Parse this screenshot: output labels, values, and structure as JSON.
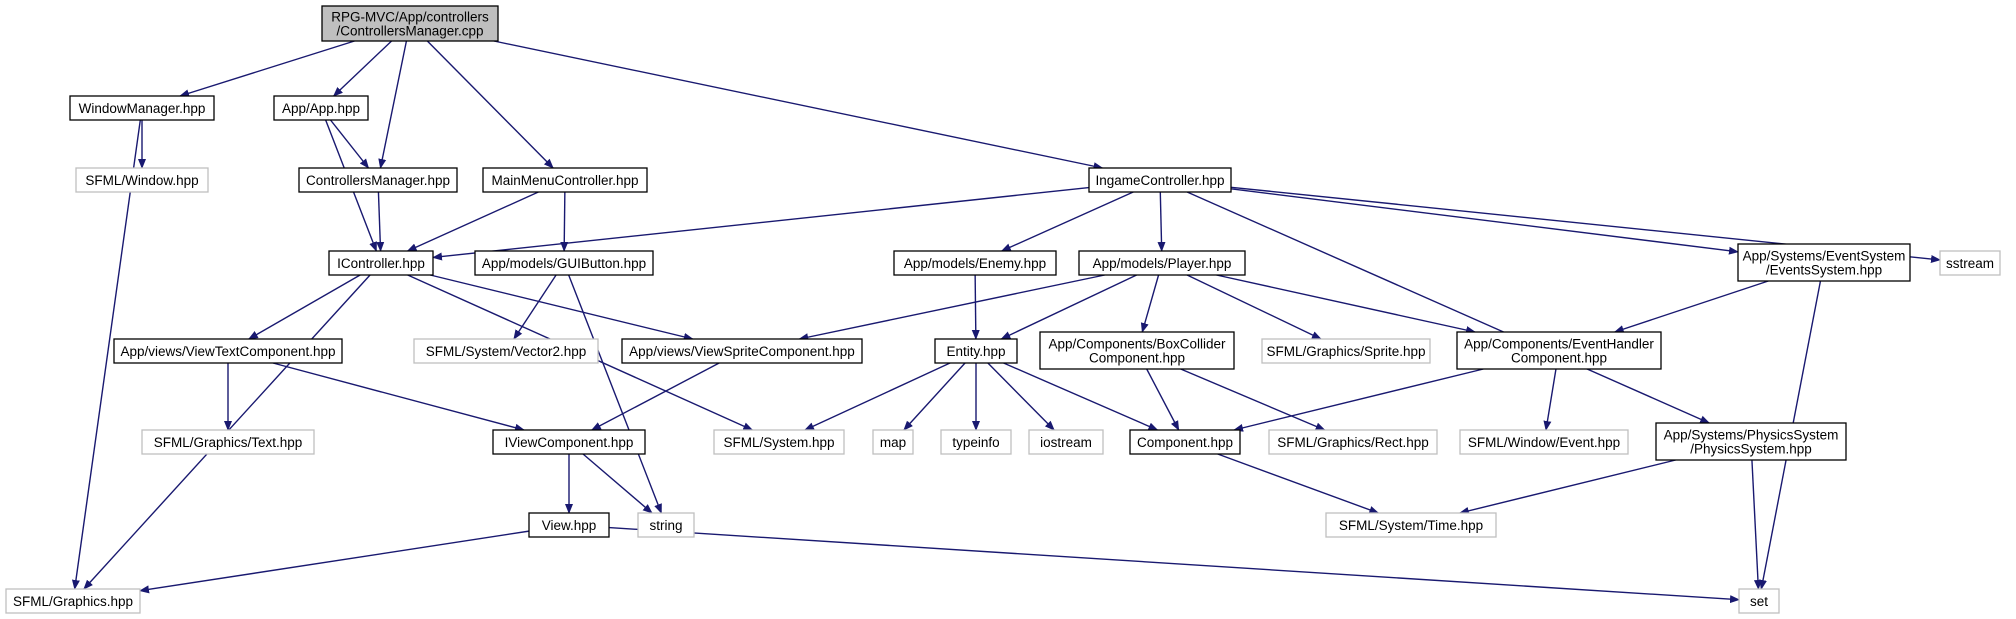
{
  "colors": {
    "edge": "#191970",
    "main_fill": "#bfbfbf",
    "local_border": "#000000",
    "external_border": "#bfbfbf"
  },
  "nodes": [
    {
      "id": "root",
      "lines": [
        "RPG-MVC/App/controllers",
        "/ControllersManager.cpp"
      ],
      "kind": "main"
    },
    {
      "id": "windowmgr",
      "lines": [
        "WindowManager.hpp"
      ],
      "kind": "local"
    },
    {
      "id": "apphpp",
      "lines": [
        "App/App.hpp"
      ],
      "kind": "local"
    },
    {
      "id": "sfwindow",
      "lines": [
        "SFML/Window.hpp"
      ],
      "kind": "external"
    },
    {
      "id": "ctrlmgr",
      "lines": [
        "ControllersManager.hpp"
      ],
      "kind": "local"
    },
    {
      "id": "mainmenu",
      "lines": [
        "MainMenuController.hpp"
      ],
      "kind": "local"
    },
    {
      "id": "ingame",
      "lines": [
        "IngameController.hpp"
      ],
      "kind": "local"
    },
    {
      "id": "icontroller",
      "lines": [
        "IController.hpp"
      ],
      "kind": "local"
    },
    {
      "id": "guibutton",
      "lines": [
        "App/models/GUIButton.hpp"
      ],
      "kind": "local"
    },
    {
      "id": "enemy",
      "lines": [
        "App/models/Enemy.hpp"
      ],
      "kind": "local"
    },
    {
      "id": "player",
      "lines": [
        "App/models/Player.hpp"
      ],
      "kind": "local"
    },
    {
      "id": "eventsys",
      "lines": [
        "App/Systems/EventSystem",
        "/EventsSystem.hpp"
      ],
      "kind": "local"
    },
    {
      "id": "sstream",
      "lines": [
        "sstream"
      ],
      "kind": "external"
    },
    {
      "id": "viewtext",
      "lines": [
        "App/views/ViewTextComponent.hpp"
      ],
      "kind": "local"
    },
    {
      "id": "sfvector2",
      "lines": [
        "SFML/System/Vector2.hpp"
      ],
      "kind": "external"
    },
    {
      "id": "viewsprite",
      "lines": [
        "App/views/ViewSpriteComponent.hpp"
      ],
      "kind": "local"
    },
    {
      "id": "entity",
      "lines": [
        "Entity.hpp"
      ],
      "kind": "local"
    },
    {
      "id": "boxcollider",
      "lines": [
        "App/Components/BoxCollider",
        "Component.hpp"
      ],
      "kind": "local"
    },
    {
      "id": "sfsprite",
      "lines": [
        "SFML/Graphics/Sprite.hpp"
      ],
      "kind": "external"
    },
    {
      "id": "eventhandler",
      "lines": [
        "App/Components/EventHandler",
        "Component.hpp"
      ],
      "kind": "local"
    },
    {
      "id": "sftext",
      "lines": [
        "SFML/Graphics/Text.hpp"
      ],
      "kind": "external"
    },
    {
      "id": "iviewcomp",
      "lines": [
        "IViewComponent.hpp"
      ],
      "kind": "local"
    },
    {
      "id": "sfsystem",
      "lines": [
        "SFML/System.hpp"
      ],
      "kind": "external"
    },
    {
      "id": "map",
      "lines": [
        "map"
      ],
      "kind": "external"
    },
    {
      "id": "typeinfo",
      "lines": [
        "typeinfo"
      ],
      "kind": "external"
    },
    {
      "id": "iostream",
      "lines": [
        "iostream"
      ],
      "kind": "external"
    },
    {
      "id": "component",
      "lines": [
        "Component.hpp"
      ],
      "kind": "local"
    },
    {
      "id": "sfrect",
      "lines": [
        "SFML/Graphics/Rect.hpp"
      ],
      "kind": "external"
    },
    {
      "id": "sfevent",
      "lines": [
        "SFML/Window/Event.hpp"
      ],
      "kind": "external"
    },
    {
      "id": "physics",
      "lines": [
        "App/Systems/PhysicsSystem",
        "/PhysicsSystem.hpp"
      ],
      "kind": "local"
    },
    {
      "id": "view",
      "lines": [
        "View.hpp"
      ],
      "kind": "local"
    },
    {
      "id": "string",
      "lines": [
        "string"
      ],
      "kind": "external"
    },
    {
      "id": "sftime",
      "lines": [
        "SFML/System/Time.hpp"
      ],
      "kind": "external"
    },
    {
      "id": "sfgraphics",
      "lines": [
        "SFML/Graphics.hpp"
      ],
      "kind": "external"
    },
    {
      "id": "set",
      "lines": [
        "set"
      ],
      "kind": "external"
    }
  ],
  "edges": [
    [
      "root",
      "windowmgr"
    ],
    [
      "root",
      "apphpp"
    ],
    [
      "root",
      "ctrlmgr"
    ],
    [
      "root",
      "mainmenu"
    ],
    [
      "root",
      "ingame"
    ],
    [
      "windowmgr",
      "sfwindow"
    ],
    [
      "windowmgr",
      "sfgraphics"
    ],
    [
      "apphpp",
      "ctrlmgr"
    ],
    [
      "apphpp",
      "icontroller"
    ],
    [
      "ctrlmgr",
      "icontroller"
    ],
    [
      "mainmenu",
      "icontroller"
    ],
    [
      "mainmenu",
      "guibutton"
    ],
    [
      "ingame",
      "icontroller"
    ],
    [
      "ingame",
      "enemy"
    ],
    [
      "ingame",
      "player"
    ],
    [
      "ingame",
      "eventsys"
    ],
    [
      "ingame",
      "sstream"
    ],
    [
      "ingame",
      "physics"
    ],
    [
      "icontroller",
      "viewtext"
    ],
    [
      "icontroller",
      "viewsprite"
    ],
    [
      "icontroller",
      "sfgraphics"
    ],
    [
      "icontroller",
      "sfsystem"
    ],
    [
      "guibutton",
      "sfvector2"
    ],
    [
      "guibutton",
      "string"
    ],
    [
      "enemy",
      "entity"
    ],
    [
      "player",
      "viewsprite"
    ],
    [
      "player",
      "entity"
    ],
    [
      "player",
      "boxcollider"
    ],
    [
      "player",
      "sfsprite"
    ],
    [
      "player",
      "eventhandler"
    ],
    [
      "eventsys",
      "eventhandler"
    ],
    [
      "eventsys",
      "set"
    ],
    [
      "viewtext",
      "sftext"
    ],
    [
      "viewtext",
      "iviewcomp"
    ],
    [
      "viewsprite",
      "iviewcomp"
    ],
    [
      "entity",
      "sfsystem"
    ],
    [
      "entity",
      "map"
    ],
    [
      "entity",
      "typeinfo"
    ],
    [
      "entity",
      "iostream"
    ],
    [
      "entity",
      "component"
    ],
    [
      "boxcollider",
      "component"
    ],
    [
      "boxcollider",
      "sfrect"
    ],
    [
      "eventhandler",
      "component"
    ],
    [
      "eventhandler",
      "sfevent"
    ],
    [
      "iviewcomp",
      "view"
    ],
    [
      "iviewcomp",
      "string"
    ],
    [
      "component",
      "sftime"
    ],
    [
      "physics",
      "sftime"
    ],
    [
      "physics",
      "set"
    ],
    [
      "view",
      "sfgraphics"
    ],
    [
      "view",
      "set"
    ]
  ]
}
